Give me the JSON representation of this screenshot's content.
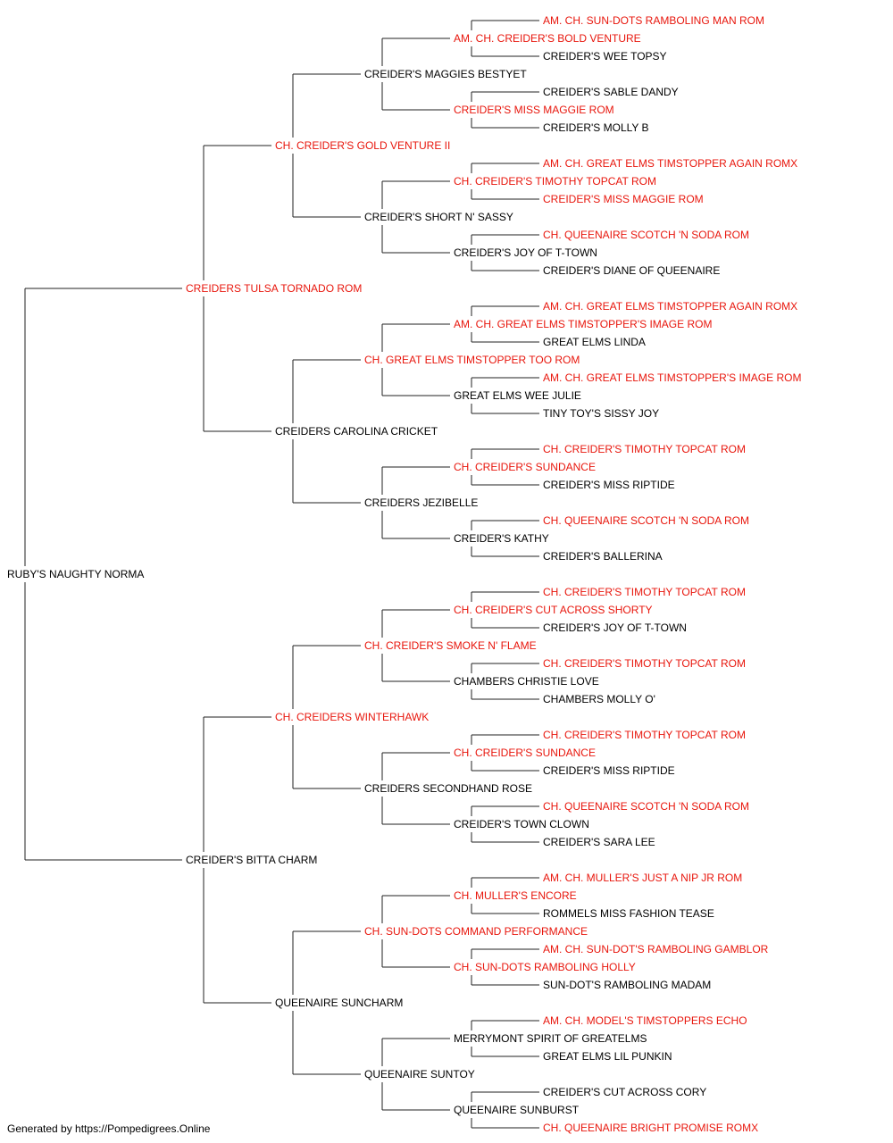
{
  "colors": {
    "champion": "#e8160c",
    "normal": "#000000",
    "line": "#222222"
  },
  "subject": {
    "name": "RUBY'S NAUGHTY NORMA",
    "champion": false
  },
  "generations": [
    [
      {
        "name": "CREIDERS TULSA TORNADO ROM",
        "champion": true
      },
      {
        "name": "CREIDER'S BITTA CHARM",
        "champion": false
      }
    ],
    [
      {
        "name": "CH. CREIDER'S GOLD VENTURE II",
        "champion": true
      },
      {
        "name": "CREIDERS CAROLINA CRICKET",
        "champion": false
      },
      {
        "name": "CH. CREIDERS WINTERHAWK",
        "champion": true
      },
      {
        "name": "QUEENAIRE SUNCHARM",
        "champion": false
      }
    ],
    [
      {
        "name": "CREIDER'S MAGGIES BESTYET",
        "champion": false
      },
      {
        "name": "CREIDER'S SHORT N' SASSY",
        "champion": false
      },
      {
        "name": "CH. GREAT ELMS TIMSTOPPER TOO ROM",
        "champion": true
      },
      {
        "name": "CREIDERS JEZIBELLE",
        "champion": false
      },
      {
        "name": "CH. CREIDER'S SMOKE N' FLAME",
        "champion": true
      },
      {
        "name": "CREIDERS SECONDHAND ROSE",
        "champion": false
      },
      {
        "name": "CH. SUN-DOTS COMMAND PERFORMANCE",
        "champion": true
      },
      {
        "name": "QUEENAIRE SUNTOY",
        "champion": false
      }
    ],
    [
      {
        "name": "AM. CH. CREIDER'S BOLD VENTURE",
        "champion": true
      },
      {
        "name": "CREIDER'S MISS MAGGIE ROM",
        "champion": true
      },
      {
        "name": "CH. CREIDER'S TIMOTHY TOPCAT ROM",
        "champion": true
      },
      {
        "name": "CREIDER'S JOY OF T-TOWN",
        "champion": false
      },
      {
        "name": "AM. CH. GREAT ELMS TIMSTOPPER'S IMAGE ROM",
        "champion": true
      },
      {
        "name": "GREAT ELMS WEE JULIE",
        "champion": false
      },
      {
        "name": "CH. CREIDER'S SUNDANCE",
        "champion": true
      },
      {
        "name": "CREIDER'S KATHY",
        "champion": false
      },
      {
        "name": "CH. CREIDER'S CUT ACROSS SHORTY",
        "champion": true
      },
      {
        "name": "CHAMBERS CHRISTIE LOVE",
        "champion": false
      },
      {
        "name": "CH. CREIDER'S SUNDANCE",
        "champion": true
      },
      {
        "name": "CREIDER'S TOWN CLOWN",
        "champion": false
      },
      {
        "name": "CH. MULLER'S ENCORE",
        "champion": true
      },
      {
        "name": "CH. SUN-DOTS RAMBOLING HOLLY",
        "champion": true
      },
      {
        "name": "MERRYMONT SPIRIT OF GREATELMS",
        "champion": false
      },
      {
        "name": "QUEENAIRE SUNBURST",
        "champion": false
      }
    ],
    [
      {
        "name": "AM. CH. SUN-DOTS RAMBOLING MAN ROM",
        "champion": true
      },
      {
        "name": "CREIDER'S WEE TOPSY",
        "champion": false
      },
      {
        "name": "CREIDER'S SABLE DANDY",
        "champion": false
      },
      {
        "name": "CREIDER'S MOLLY B",
        "champion": false
      },
      {
        "name": "AM. CH. GREAT ELMS TIMSTOPPER AGAIN ROMX",
        "champion": true
      },
      {
        "name": "CREIDER'S MISS MAGGIE ROM",
        "champion": true
      },
      {
        "name": "CH. QUEENAIRE SCOTCH 'N SODA ROM",
        "champion": true
      },
      {
        "name": "CREIDER'S DIANE OF QUEENAIRE",
        "champion": false
      },
      {
        "name": "AM. CH. GREAT ELMS TIMSTOPPER AGAIN ROMX",
        "champion": true
      },
      {
        "name": "GREAT ELMS LINDA",
        "champion": false
      },
      {
        "name": "AM. CH. GREAT ELMS TIMSTOPPER'S IMAGE ROM",
        "champion": true
      },
      {
        "name": "TINY TOY'S SISSY JOY",
        "champion": false
      },
      {
        "name": "CH. CREIDER'S TIMOTHY TOPCAT ROM",
        "champion": true
      },
      {
        "name": "CREIDER'S MISS RIPTIDE",
        "champion": false
      },
      {
        "name": "CH. QUEENAIRE SCOTCH 'N SODA ROM",
        "champion": true
      },
      {
        "name": "CREIDER'S BALLERINA",
        "champion": false
      },
      {
        "name": "CH. CREIDER'S TIMOTHY TOPCAT ROM",
        "champion": true
      },
      {
        "name": "CREIDER'S JOY OF T-TOWN",
        "champion": false
      },
      {
        "name": "CH. CREIDER'S TIMOTHY TOPCAT ROM",
        "champion": true
      },
      {
        "name": "CHAMBERS MOLLY O'",
        "champion": false
      },
      {
        "name": "CH. CREIDER'S TIMOTHY TOPCAT ROM",
        "champion": true
      },
      {
        "name": "CREIDER'S MISS RIPTIDE",
        "champion": false
      },
      {
        "name": "CH. QUEENAIRE SCOTCH 'N SODA ROM",
        "champion": true
      },
      {
        "name": "CREIDER'S SARA LEE",
        "champion": false
      },
      {
        "name": "AM. CH. MULLER'S JUST A NIP JR ROM",
        "champion": true
      },
      {
        "name": "ROMMELS MISS FASHION TEASE",
        "champion": false
      },
      {
        "name": "AM. CH. SUN-DOT'S RAMBOLING GAMBLOR",
        "champion": true
      },
      {
        "name": "SUN-DOT'S RAMBOLING MADAM",
        "champion": false
      },
      {
        "name": "AM. CH. MODEL'S TIMSTOPPERS ECHO",
        "champion": true
      },
      {
        "name": "GREAT ELMS LIL PUNKIN",
        "champion": false
      },
      {
        "name": "CREIDER'S CUT ACROSS CORY",
        "champion": false
      },
      {
        "name": "CH. QUEENAIRE BRIGHT PROMISE ROMX",
        "champion": true
      }
    ]
  ],
  "footer": {
    "text": "Generated by https://Pompedigrees.Online"
  }
}
